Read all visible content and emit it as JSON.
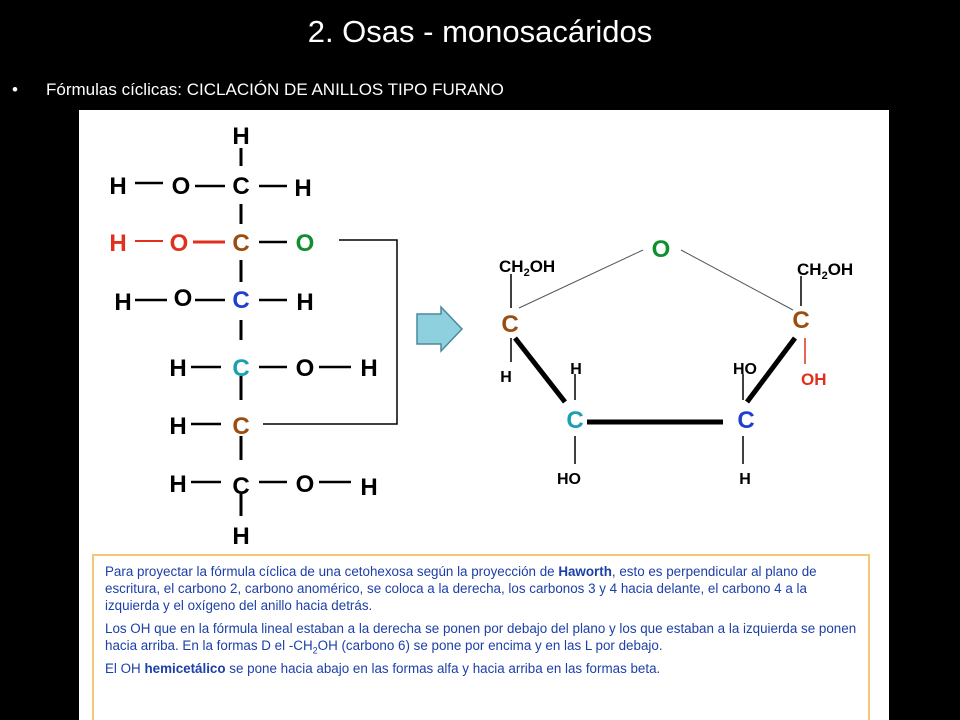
{
  "title": "2. Osas - monosacáridos",
  "bullet": {
    "symbol": "•",
    "label": "Fórmulas cíclicas:",
    "text": " CICLACIÓN DE ANILLOS TIPO FURANO"
  },
  "colors": {
    "red": "#e0301e",
    "green": "#0f8f2e",
    "blue": "#1f3fd0",
    "teal": "#1aa0b0",
    "brown": "#9a4d0f",
    "black": "#000000",
    "textbox_border": "#f2c77a",
    "text_blue": "#1c3fa8",
    "arrow_fill": "#8fd0de"
  },
  "linear_formula": {
    "top_h": "H",
    "row1": {
      "left_h": "H",
      "o": "O",
      "c": "C",
      "right_h": "H"
    },
    "row2": {
      "left_h": "H",
      "o": "O",
      "c": "C",
      "right_o": "O"
    },
    "row3": {
      "left_h": "H",
      "o": "O",
      "c": "C",
      "right_h": "H"
    },
    "row4": {
      "left_h": "H",
      "c": "C",
      "o": "O",
      "right_h": "H"
    },
    "row5": {
      "left_h": "H",
      "c": "C"
    },
    "row6": {
      "left_h": "H",
      "c": "C",
      "o": "O",
      "right_h": "H"
    },
    "bottom_h": "H"
  },
  "arrow_icon": "right-arrow-icon",
  "haworth": {
    "ring_o": "O",
    "left_c": "C",
    "left_ch2": "CH",
    "left_ch2_sub": "2",
    "left_oh": "OH",
    "left_h": "H",
    "c3": "C",
    "c3_up_h": "H",
    "c3_down_ho": "HO",
    "c4": "C",
    "c4_up_ho": "HO",
    "c4_down_h": "H",
    "right_c": "C",
    "right_ch2": "CH",
    "right_ch2_sub": "2",
    "right_oh_top": "OH",
    "right_oh": "OH"
  },
  "explanation": {
    "p1_a": "Para proyectar la fórmula cíclica de una cetohexosa según la proyección de ",
    "p1_bold": "Haworth",
    "p1_b": ", esto es perpendicular al plano de escritura,  el carbono 2, carbono anomérico, se coloca a la derecha, los carbonos 3 y 4 hacia delante, el carbono 4 a la izquierda y el oxígeno del anillo hacia detrás.",
    "p2_a": " Los OH que en la fórmula lineal estaban a la derecha se ponen por debajo del plano y los que estaban a la izquierda se ponen hacia arriba. En la formas D el -CH",
    "p2_sub": "2",
    "p2_b": "OH (carbono 6) se pone por encima y en las L por debajo.",
    "p3_a": "El OH ",
    "p3_bold": "hemicetálico",
    "p3_b": " se pone hacia abajo en las formas alfa y hacia arriba en las formas beta."
  }
}
